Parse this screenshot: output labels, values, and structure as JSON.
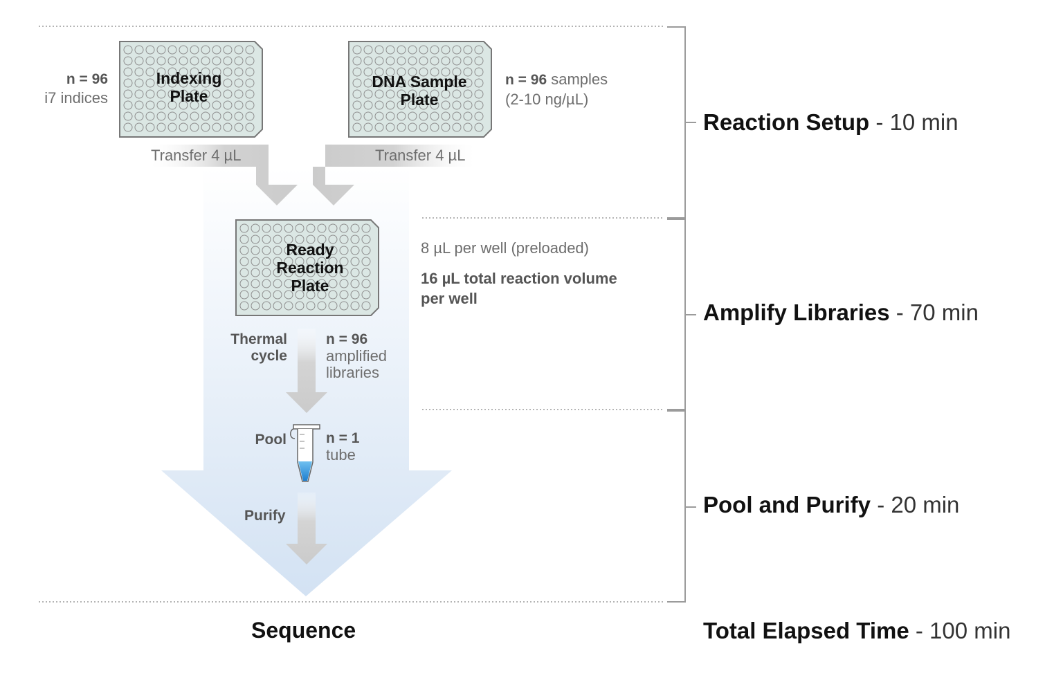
{
  "indexing_plate": {
    "title_line1": "Indexing",
    "title_line2": "Plate",
    "n_label": "n = 96",
    "n_desc": "i7 indices",
    "transfer": "Transfer 4 µL"
  },
  "dna_plate": {
    "title_line1": "DNA Sample",
    "title_line2": "Plate",
    "n_label": "n = 96",
    "n_desc_inline": "samples",
    "n_desc_line2": "(2-10 ng/µL)",
    "transfer": "Transfer 4 µL"
  },
  "ready_plate": {
    "title_line1": "Ready",
    "title_line2": "Reaction",
    "title_line3": "Plate",
    "note1": "8 µL per well (preloaded)",
    "note2_line1": "16 µL total reaction volume",
    "note2_line2": "per well"
  },
  "thermal": {
    "label_line1": "Thermal",
    "label_line2": "cycle",
    "n_label": "n = 96",
    "desc_line1": "amplified",
    "desc_line2": "libraries"
  },
  "pool": {
    "label": "Pool",
    "n_label": "n = 1",
    "desc": "tube"
  },
  "purify": {
    "label": "Purify"
  },
  "final_step": {
    "label": "Sequence"
  },
  "phases": [
    {
      "name": "Reaction Setup",
      "duration": "- 10 min"
    },
    {
      "name": "Amplify Libraries",
      "duration": "- 70 min"
    },
    {
      "name": "Pool and Purify",
      "duration": "- 20 min"
    }
  ],
  "total": {
    "name": "Total Elapsed Time",
    "duration": "- 100 min"
  },
  "colors": {
    "plate_fill": "#dbe7e4",
    "plate_stroke": "#777777",
    "big_arrow_top": "#ffffff",
    "big_arrow_bottom": "#d3e2f3",
    "gray_arrow": "#cfcfcf",
    "tube_liquid": "#2a8fd6",
    "bracket": "#9b9b9b",
    "dotted": "#9b9b9b"
  }
}
